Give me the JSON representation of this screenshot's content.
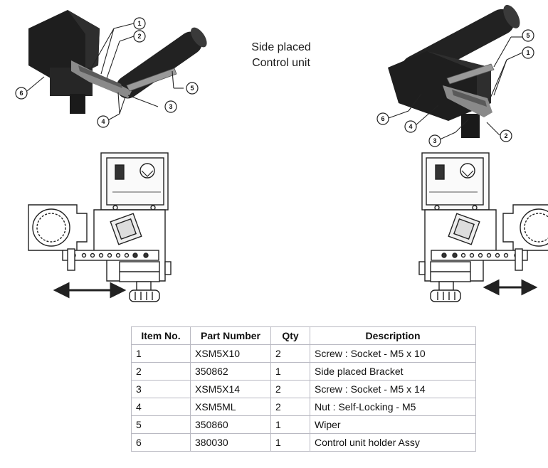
{
  "title": {
    "line1": "Side placed",
    "line2": "Control unit"
  },
  "callouts_left": [
    "1",
    "2",
    "3",
    "4",
    "5",
    "6"
  ],
  "callouts_right": [
    "5",
    "1",
    "6",
    "4",
    "3",
    "2"
  ],
  "colors": {
    "body_dark": "#1e1e1e",
    "line": "#2a2a2a",
    "table_border": "#b9b9c2"
  },
  "table": {
    "headers": [
      "Item No.",
      "Part Number",
      "Qty",
      "Description"
    ],
    "rows": [
      [
        "1",
        "XSM5X10",
        "2",
        "Screw : Socket - M5 x 10"
      ],
      [
        "2",
        "350862",
        "1",
        "Side placed Bracket"
      ],
      [
        "3",
        "XSM5X14",
        "2",
        "Screw : Socket - M5 x 14"
      ],
      [
        "4",
        "XSM5ML",
        "2",
        "Nut : Self-Locking - M5"
      ],
      [
        "5",
        "350860",
        "1",
        "Wiper"
      ],
      [
        "6",
        "380030",
        "1",
        "Control unit holder Assy"
      ]
    ]
  }
}
